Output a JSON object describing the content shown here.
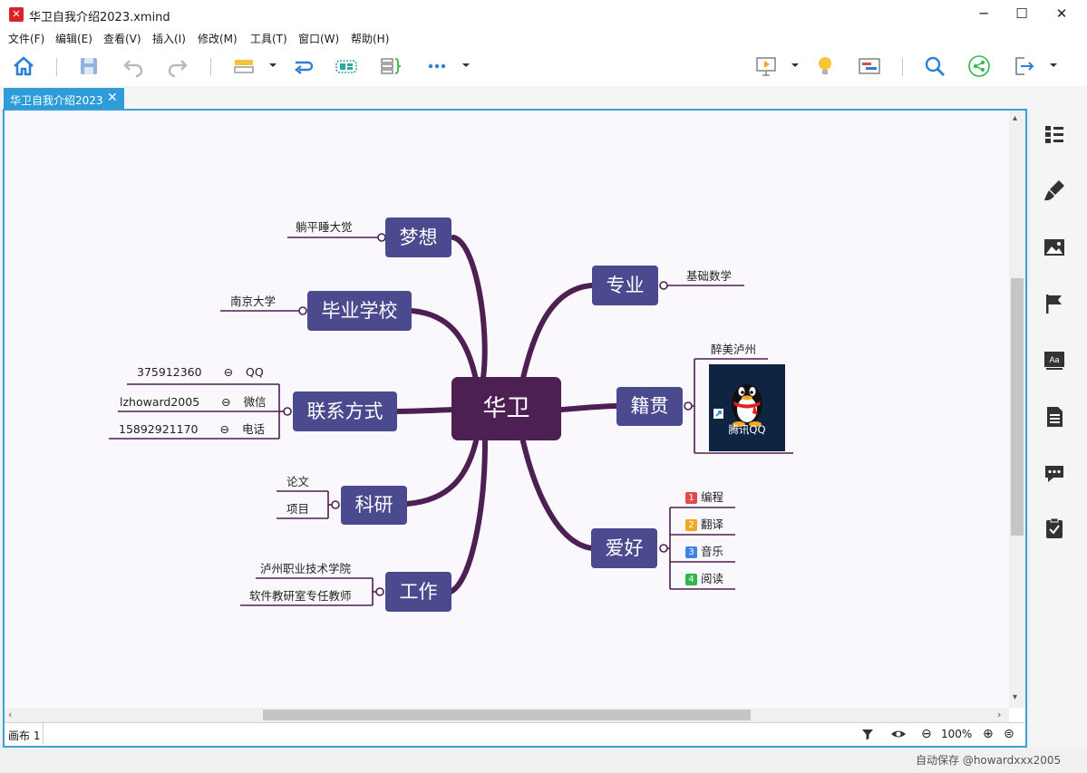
{
  "window": {
    "title": "华卫自我介绍2023.xmind",
    "app_icon": "✕",
    "minimize": "─",
    "maximize": "☐",
    "close": "✕"
  },
  "menu": [
    "文件(F)",
    "编辑(E)",
    "查看(V)",
    "插入(I)",
    "修改(M)",
    "工具(T)",
    "窗口(W)",
    "帮助(H)"
  ],
  "toolbar": {
    "icons": [
      "home-icon",
      "save-icon",
      "undo-icon",
      "redo-icon",
      "topic-style-icon",
      "relationship-icon",
      "boundary-icon",
      "summary-icon",
      "more-icon",
      "presentation-icon",
      "idea-icon",
      "gantt-icon",
      "search-icon",
      "share-icon",
      "export-icon"
    ]
  },
  "tab": {
    "label": "华卫自我介绍2023",
    "close": "✕"
  },
  "mindmap": {
    "central": "华卫",
    "topics": {
      "dream": "梦想",
      "school": "毕业学校",
      "contact": "联系方式",
      "research": "科研",
      "work": "工作",
      "major": "专业",
      "hometown": "籍贯",
      "hobby": "爱好"
    },
    "dream_items": [
      "躺平睡大觉"
    ],
    "school_items": [
      "南京大学"
    ],
    "contact_items": [
      {
        "value": "375912360",
        "label": "QQ"
      },
      {
        "value": "lzhoward2005",
        "label": "微信"
      },
      {
        "value": "15892921170",
        "label": "电话"
      }
    ],
    "research_items": [
      "论文",
      "项目"
    ],
    "work_items": [
      "泸州职业技术学院",
      "软件教研室专任教师"
    ],
    "major_items": [
      "基础数学"
    ],
    "hometown_items": [
      "醉美泸州"
    ],
    "hometown_image_caption": "腾讯QQ",
    "hobby_items": [
      {
        "num": "1",
        "label": "编程",
        "color": "#e04b4b"
      },
      {
        "num": "2",
        "label": "翻译",
        "color": "#f0a920"
      },
      {
        "num": "3",
        "label": "音乐",
        "color": "#3b86e0"
      },
      {
        "num": "4",
        "label": "阅读",
        "color": "#2eb84b"
      }
    ],
    "colors": {
      "central": "#4e1f53",
      "topic": "#4c4a8e",
      "branch": "#4e1f53"
    }
  },
  "status": {
    "sheet": "画布 1",
    "zoom": "100%"
  },
  "watermark": "自动保存 @howardxxx2005"
}
